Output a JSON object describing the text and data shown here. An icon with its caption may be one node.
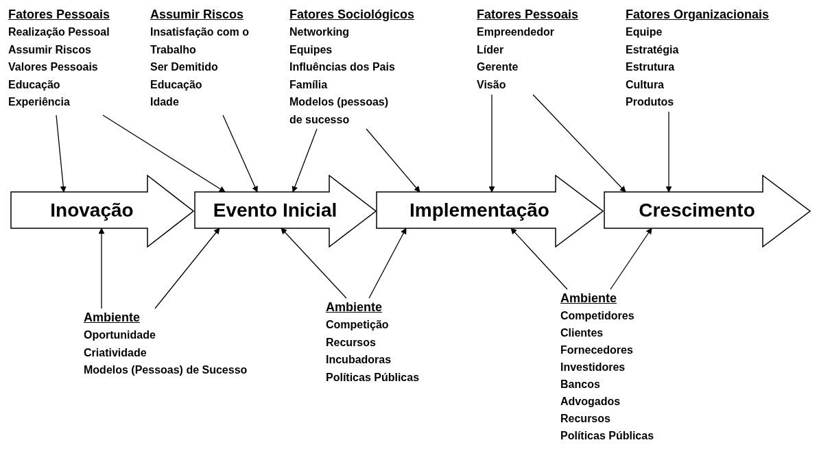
{
  "diagram": {
    "nodes": [
      {
        "text": [
          "Fatores Pessoais",
          "Realização Pessoal",
          "Assumir Riscos",
          "Valores Pessoais",
          "Educação",
          "Experiência"
        ]
      },
      {
        "text": [
          "Assumir Riscos",
          "Insatisfação com o Trabalho",
          "Ser Demitido",
          "Educação",
          "Idade"
        ]
      },
      {
        "text": [
          "Fatores Sociológicos",
          "Networking",
          "Equipes",
          "Influências dos Pais",
          "Família",
          "Modelos (pessoas) de sucesso"
        ]
      },
      {
        "text": [
          "Fatores Pessoais",
          "Empreendedor",
          "Líder",
          "Gerente",
          "Visão"
        ]
      },
      {
        "text": [
          "Fatores Organizacionais",
          "Equipe",
          "Estratégia",
          "Estrutura",
          "Cultura",
          "Produtos"
        ]
      },
      {
        "text": [
          "Inovação"
        ]
      },
      {
        "text": [
          "Evento Inicial"
        ]
      },
      {
        "text": [
          "Implementação"
        ]
      },
      {
        "text": [
          "Crescimento"
        ]
      },
      {
        "text": [
          "Ambiente",
          "Oportunidade",
          "Criatividade",
          "Modelos (Pessoas) de Sucesso"
        ]
      },
      {
        "text": [
          "Ambiente",
          "Competição",
          "Recursos",
          "Incubadoras",
          "Políticas Públicas"
        ]
      },
      {
        "text": [
          "Ambiente",
          "Competidores",
          "Clientes",
          "Fornecedores",
          "Investidores",
          "Bancos",
          "Advogados",
          "Recursos",
          "Políticas Públicas"
        ]
      }
    ],
    "edges": [
      {
        "from": 0,
        "to": 5,
        "arrow": "to"
      },
      {
        "from": 0,
        "to": 6,
        "arrow": "to"
      },
      {
        "from": 1,
        "to": 6,
        "arrow": "to"
      },
      {
        "from": 2,
        "to": 6,
        "arrow": "to"
      },
      {
        "from": 2,
        "to": 7,
        "arrow": "to"
      },
      {
        "from": 3,
        "to": 7,
        "arrow": "to"
      },
      {
        "from": 3,
        "to": 8,
        "arrow": "to"
      },
      {
        "from": 4,
        "to": 8,
        "arrow": "to"
      },
      {
        "from": 9,
        "to": 5,
        "arrow": "to"
      },
      {
        "from": 9,
        "to": 6,
        "arrow": "to"
      },
      {
        "from": 10,
        "to": 6,
        "arrow": "to"
      },
      {
        "from": 10,
        "to": 7,
        "arrow": "to"
      },
      {
        "from": 11,
        "to": 7,
        "arrow": "to"
      },
      {
        "from": 11,
        "to": 8,
        "arrow": "to"
      }
    ]
  }
}
